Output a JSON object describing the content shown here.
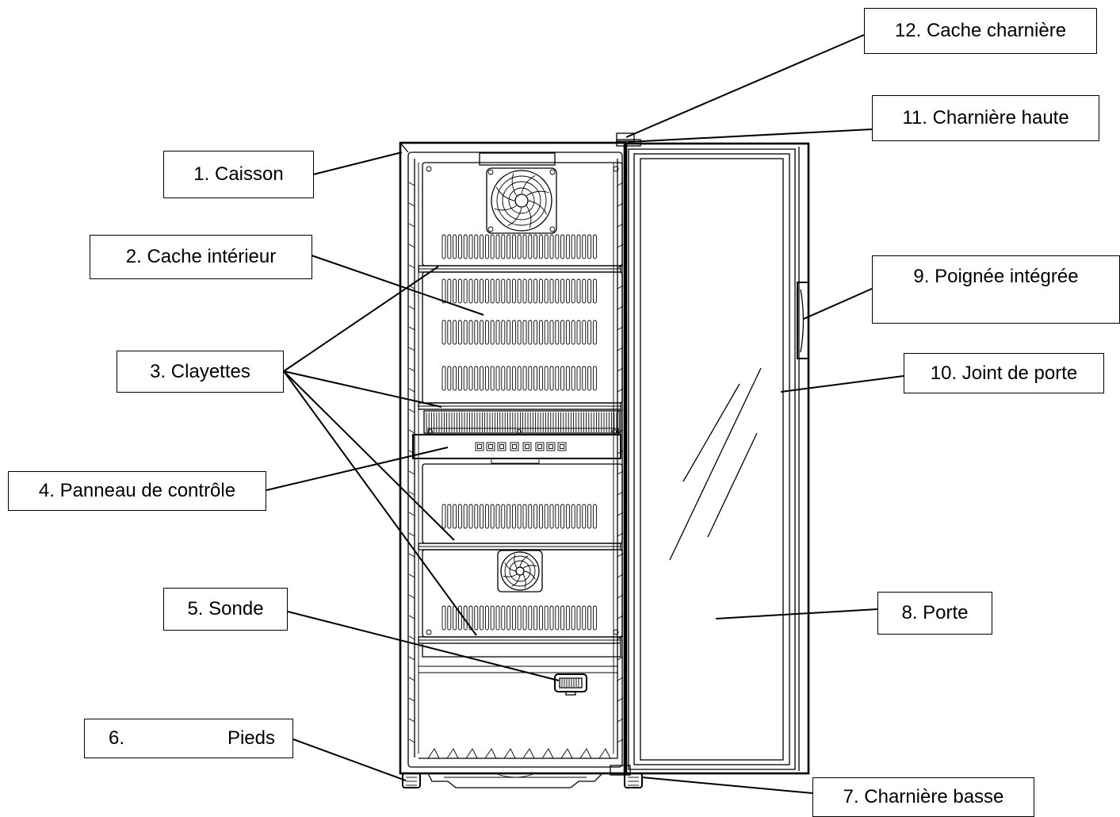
{
  "labels": {
    "caisson": "1. Caisson",
    "cache_interieur": "2. Cache intérieur",
    "clayettes": "3. Clayettes",
    "panneau": "4. Panneau de contrôle",
    "sonde": "5. Sonde",
    "pieds_num": "6.",
    "pieds_text": "Pieds",
    "charniere_basse": "7. Charnière basse",
    "porte": "8. Porte",
    "poignee": "9. Poignée intégrée",
    "joint": "10. Joint de porte",
    "charniere_haute": "11. Charnière haute",
    "cache_charniere": "12. Cache charnière"
  }
}
